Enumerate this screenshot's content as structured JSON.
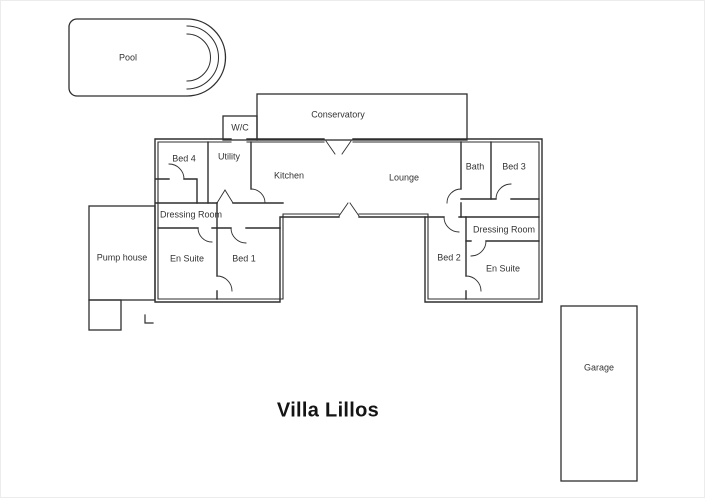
{
  "title": "Villa Lillos",
  "rooms": {
    "pool": "Pool",
    "conservatory": "Conservatory",
    "wc": "W/C",
    "bed4": "Bed 4",
    "utility": "Utility",
    "kitchen": "Kitchen",
    "lounge": "Lounge",
    "bath": "Bath",
    "bed3": "Bed 3",
    "dressing_left": "Dressing Room",
    "en_suite_left": "En Suite",
    "bed1": "Bed 1",
    "bed2": "Bed 2",
    "dressing_right": "Dressing Room",
    "en_suite_right": "En Suite",
    "pump_house": "Pump house",
    "garage": "Garage"
  },
  "colors": {
    "wall": "#2e2e2e",
    "background": "#ffffff",
    "text": "#333333"
  }
}
